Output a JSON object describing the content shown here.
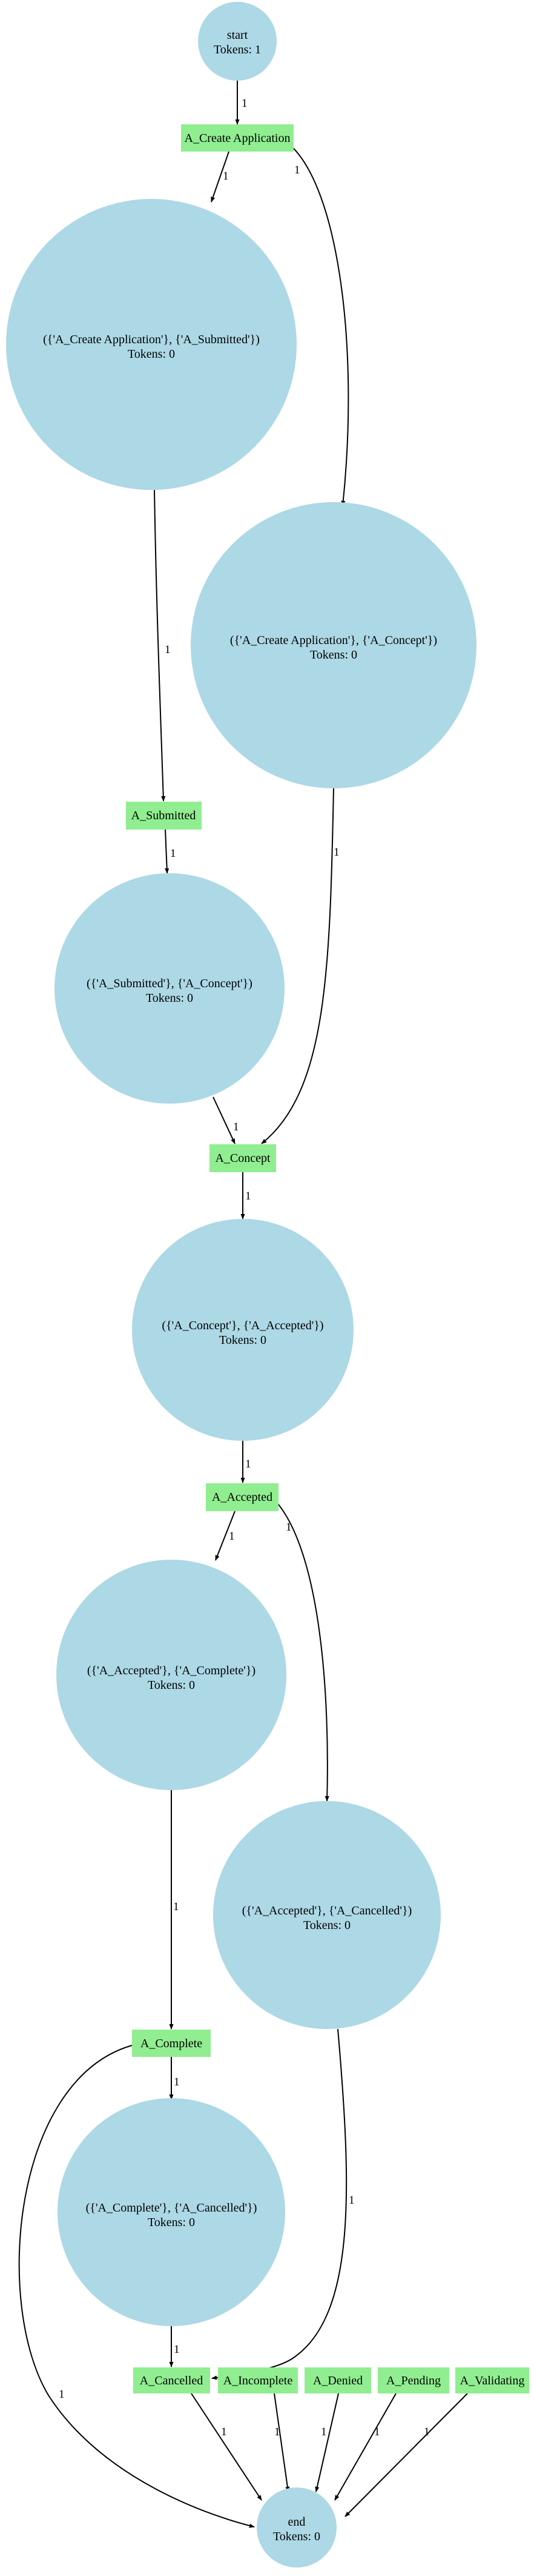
{
  "places": [
    {
      "id": "start",
      "label": "start",
      "tokens": "Tokens: 1"
    },
    {
      "id": "p1",
      "label": "({'A_Create Application'}, {'A_Submitted'})",
      "tokens": "Tokens: 0"
    },
    {
      "id": "p2",
      "label": "({'A_Create Application'}, {'A_Concept'})",
      "tokens": "Tokens: 0"
    },
    {
      "id": "p3",
      "label": "({'A_Submitted'}, {'A_Concept'})",
      "tokens": "Tokens: 0"
    },
    {
      "id": "p4",
      "label": "({'A_Concept'}, {'A_Accepted'})",
      "tokens": "Tokens: 0"
    },
    {
      "id": "p5",
      "label": "({'A_Accepted'}, {'A_Complete'})",
      "tokens": "Tokens: 0"
    },
    {
      "id": "p6",
      "label": "({'A_Accepted'}, {'A_Cancelled'})",
      "tokens": "Tokens: 0"
    },
    {
      "id": "p7",
      "label": "({'A_Complete'}, {'A_Cancelled'})",
      "tokens": "Tokens: 0"
    },
    {
      "id": "end",
      "label": "end",
      "tokens": "Tokens: 0"
    }
  ],
  "transitions": [
    {
      "id": "t_create",
      "label": "A_Create Application"
    },
    {
      "id": "t_submitted",
      "label": "A_Submitted"
    },
    {
      "id": "t_concept",
      "label": "A_Concept"
    },
    {
      "id": "t_accepted",
      "label": "A_Accepted"
    },
    {
      "id": "t_complete",
      "label": "A_Complete"
    },
    {
      "id": "t_cancelled",
      "label": "A_Cancelled"
    },
    {
      "id": "t_incomplete",
      "label": "A_Incomplete"
    },
    {
      "id": "t_denied",
      "label": "A_Denied"
    },
    {
      "id": "t_pending",
      "label": "A_Pending"
    },
    {
      "id": "t_validating",
      "label": "A_Validating"
    }
  ],
  "arcs": [
    {
      "id": "a1",
      "from": "start",
      "to": "t_create",
      "weight": "1"
    },
    {
      "id": "a2",
      "from": "t_create",
      "to": "p1",
      "weight": "1"
    },
    {
      "id": "a3",
      "from": "t_create",
      "to": "p2",
      "weight": "1"
    },
    {
      "id": "a4",
      "from": "p1",
      "to": "t_submitted",
      "weight": "1"
    },
    {
      "id": "a5",
      "from": "t_submitted",
      "to": "p3",
      "weight": "1"
    },
    {
      "id": "a6",
      "from": "p3",
      "to": "t_concept",
      "weight": "1"
    },
    {
      "id": "a7",
      "from": "p2",
      "to": "t_concept",
      "weight": "1"
    },
    {
      "id": "a8",
      "from": "t_concept",
      "to": "p4",
      "weight": "1"
    },
    {
      "id": "a9",
      "from": "p4",
      "to": "t_accepted",
      "weight": "1"
    },
    {
      "id": "a10",
      "from": "t_accepted",
      "to": "p5",
      "weight": "1"
    },
    {
      "id": "a11",
      "from": "t_accepted",
      "to": "p6",
      "weight": "1"
    },
    {
      "id": "a12",
      "from": "p5",
      "to": "t_complete",
      "weight": "1"
    },
    {
      "id": "a13",
      "from": "t_complete",
      "to": "p7",
      "weight": "1"
    },
    {
      "id": "a14",
      "from": "t_complete",
      "to": "end",
      "weight": "1"
    },
    {
      "id": "a15",
      "from": "p7",
      "to": "t_cancelled",
      "weight": "1"
    },
    {
      "id": "a16",
      "from": "p6",
      "to": "t_cancelled",
      "weight": "1"
    },
    {
      "id": "a17",
      "from": "t_cancelled",
      "to": "end",
      "weight": "1"
    },
    {
      "id": "a18",
      "from": "t_incomplete",
      "to": "end",
      "weight": "1"
    },
    {
      "id": "a19",
      "from": "t_denied",
      "to": "end",
      "weight": "1"
    },
    {
      "id": "a20",
      "from": "t_pending",
      "to": "end",
      "weight": "1"
    },
    {
      "id": "a21",
      "from": "t_validating",
      "to": "end",
      "weight": "1"
    }
  ],
  "colors": {
    "place": "#add8e6",
    "transition": "#90ee90",
    "edge": "#000000"
  }
}
